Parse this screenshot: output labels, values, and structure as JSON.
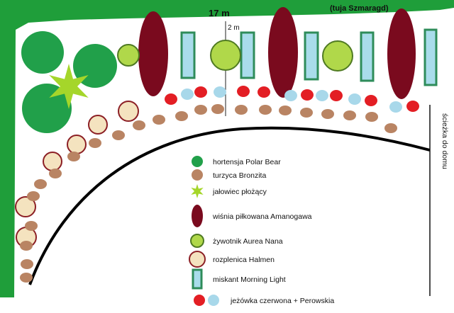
{
  "dimensions": {
    "width_label": "17 m",
    "depth_label": "2 m"
  },
  "labels": {
    "hedge": "(tuja Szmaragd)",
    "path": "ścieżka do domu"
  },
  "colors": {
    "hedge": "#1f9e3a",
    "hortensja": "#21a04a",
    "turzyca": "#b98463",
    "jalowiec": "#a5d62a",
    "wisnia": "#7a0a1e",
    "zywotnik_fill": "#b0d84a",
    "zywotnik_ring": "#4f7a22",
    "rozplenica_fill": "#f4e3bf",
    "rozplenica_ring": "#8c1f25",
    "miskant_fill": "#a9dceb",
    "miskant_ring": "#2e8c5a",
    "jezowka": "#e31e24",
    "perowskia": "#a8d8ea"
  },
  "legend": [
    {
      "key": "hortensja",
      "icon": "circle-green-icon",
      "label": "hortensja Polar Bear"
    },
    {
      "key": "turzyca",
      "icon": "circle-brown-icon",
      "label": "turzyca Bronzita"
    },
    {
      "key": "jalowiec",
      "icon": "star-lime-icon",
      "label": "jałowiec płożący"
    },
    {
      "key": "wisnia",
      "icon": "ellipse-maroon-icon",
      "label": "wiśnia piłkowana Amanogawa"
    },
    {
      "key": "zywotnik",
      "icon": "ring-lime-icon",
      "label": "żywotnik Aurea Nana"
    },
    {
      "key": "rozplenica",
      "icon": "ring-cream-icon",
      "label": "rozplenica Halmen"
    },
    {
      "key": "miskant",
      "icon": "rect-blue-icon",
      "label": "miskant Morning Light"
    },
    {
      "key": "jezowka",
      "icon": "dot-red-blue-icon",
      "label": "jeżówka czerwona + Perowskia"
    }
  ]
}
